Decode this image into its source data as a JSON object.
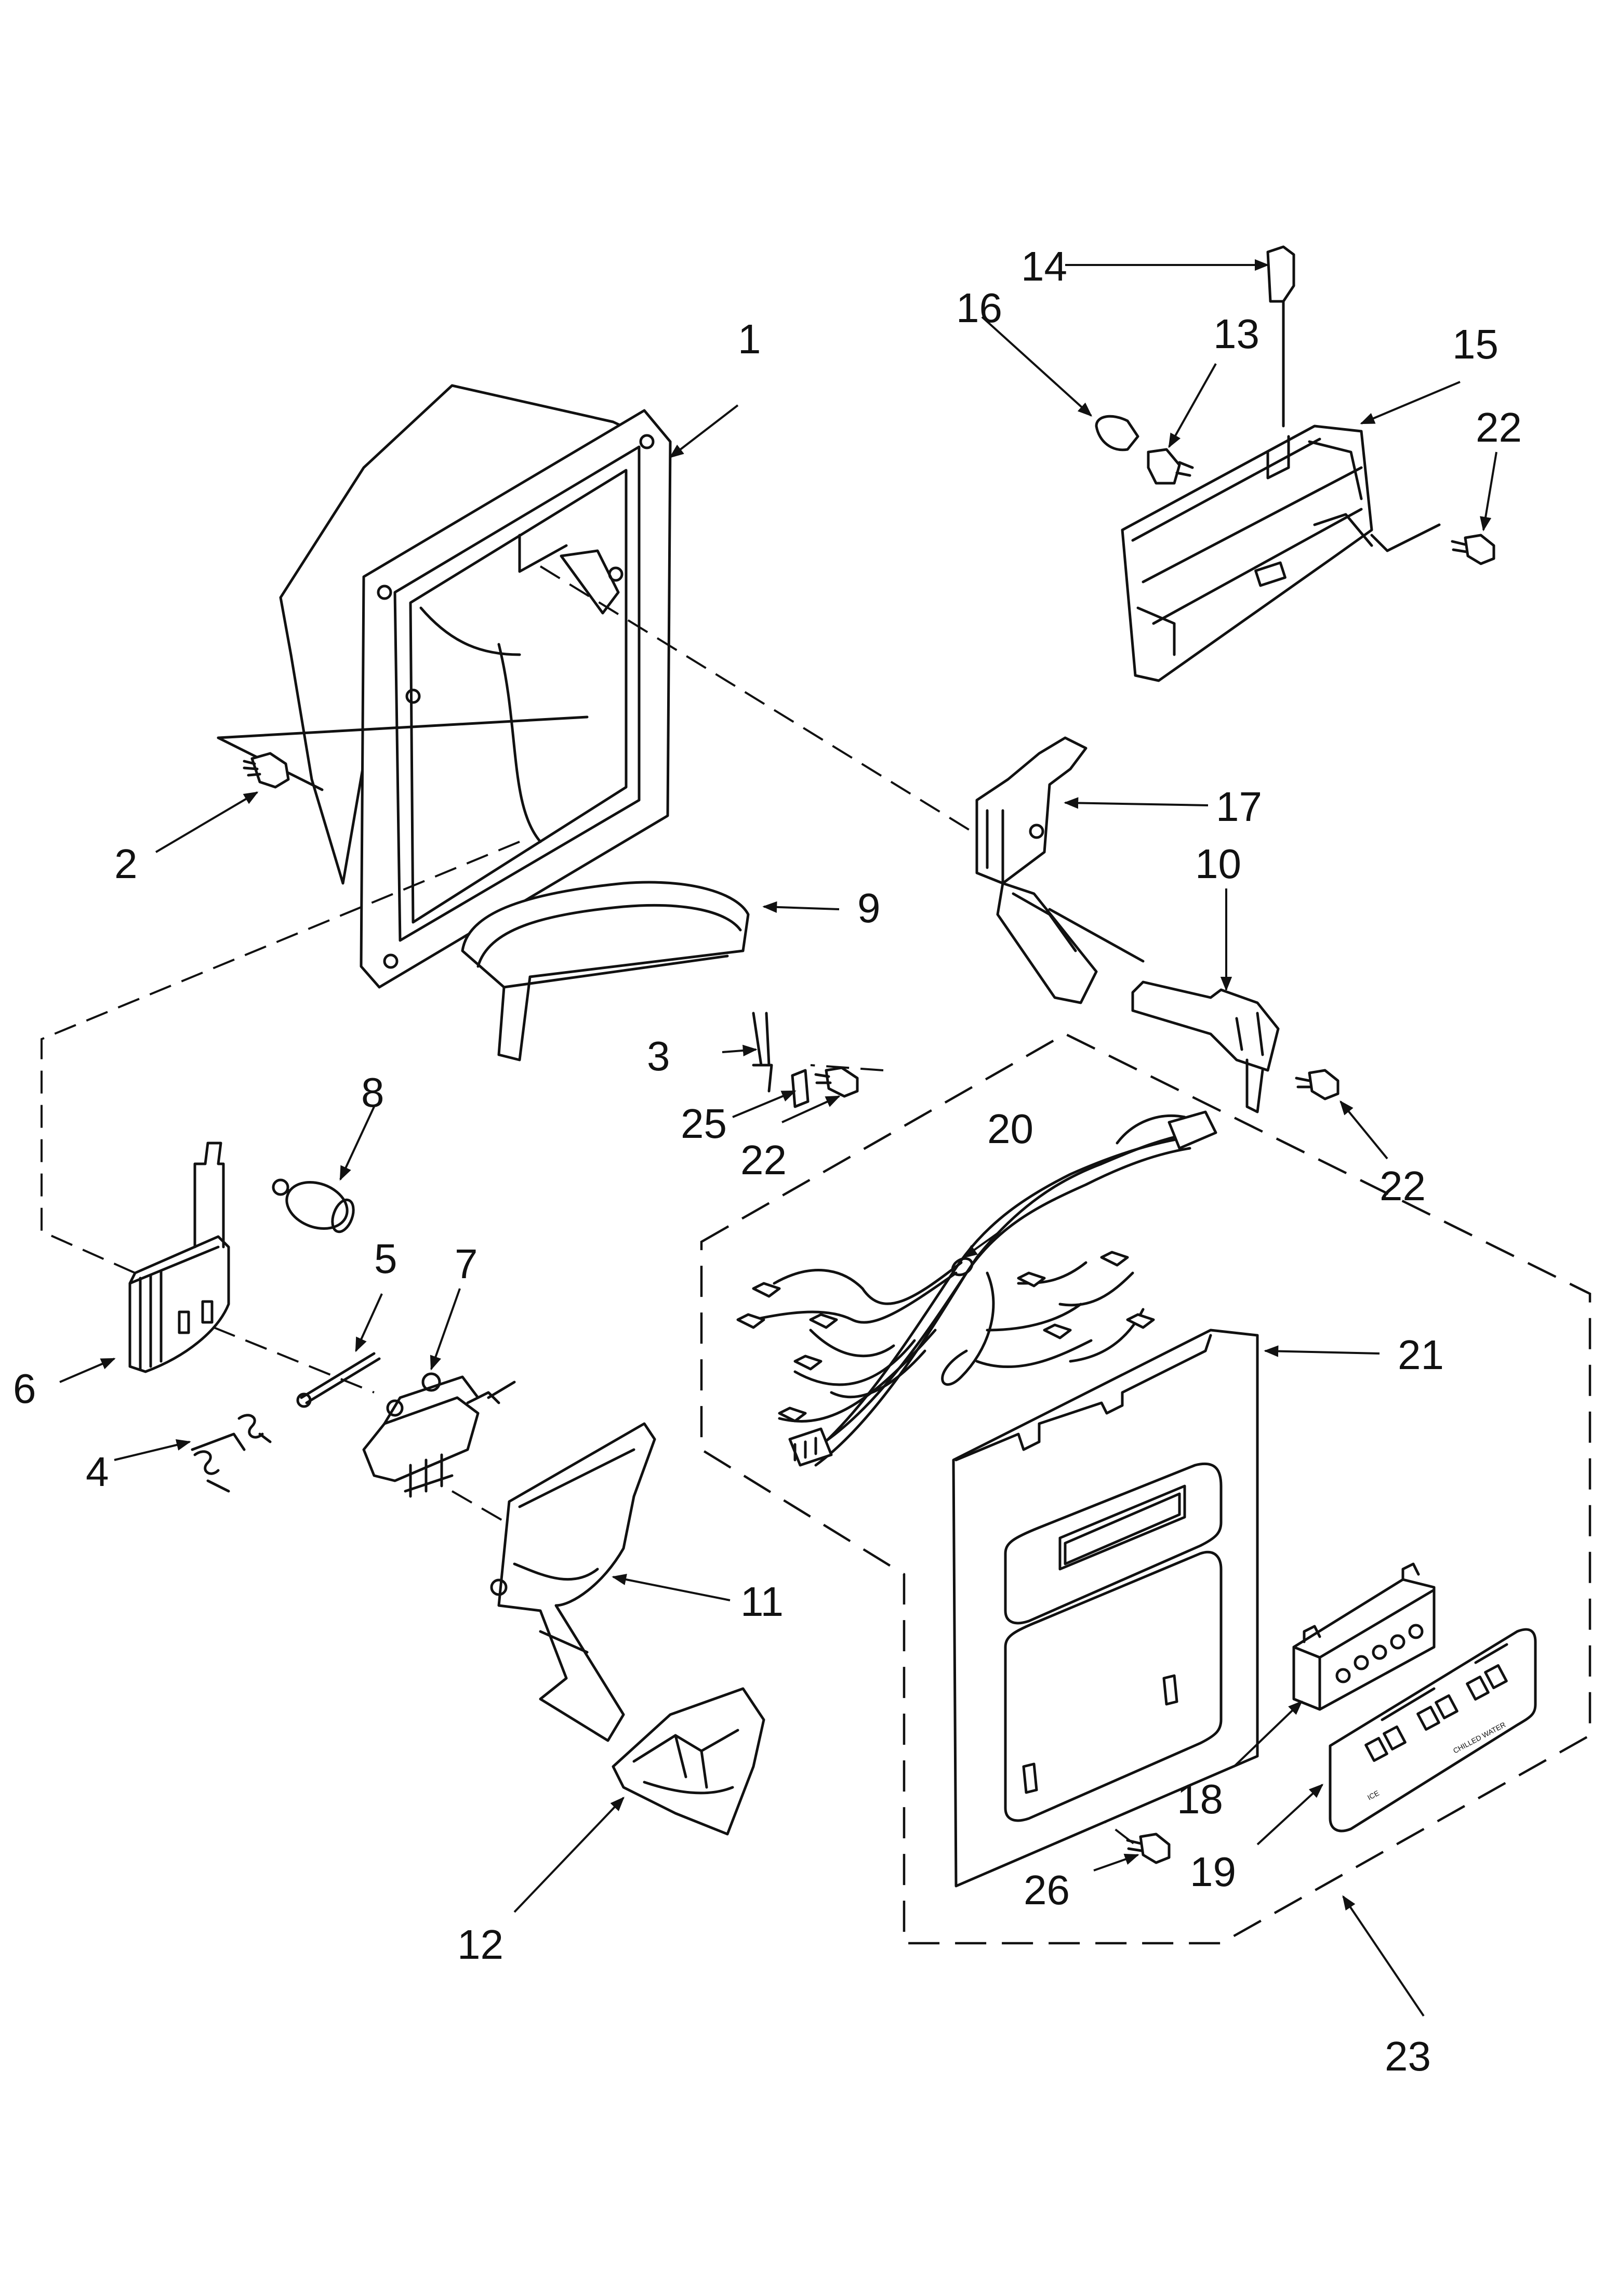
{
  "callouts": {
    "c1": "1",
    "c2": "2",
    "c3": "3",
    "c4": "4",
    "c5": "5",
    "c6": "6",
    "c7": "7",
    "c8": "8",
    "c9": "9",
    "c10": "10",
    "c11": "11",
    "c12": "12",
    "c13": "13",
    "c14": "14",
    "c15": "15",
    "c16": "16",
    "c17": "17",
    "c18": "18",
    "c19": "19",
    "c20": "20",
    "c21": "21",
    "c22a": "22",
    "c22b": "22",
    "c22c": "22",
    "c23": "23",
    "c25": "25",
    "c26": "26"
  },
  "control_panel": {
    "label_ice": "ICE",
    "label_chilled_water": "CHILLED WATER"
  },
  "colors": {
    "ink": "#111111",
    "paper": "#ffffff"
  }
}
